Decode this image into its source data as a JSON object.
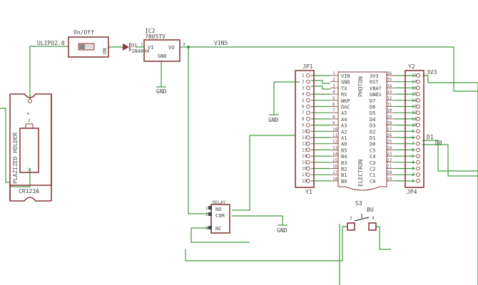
{
  "switch": {
    "name": "On/Off",
    "mark": "ON"
  },
  "regulator": {
    "name": "IC2",
    "part": "7805TV",
    "vi": "VI",
    "vo": "VO",
    "gnd": "GND",
    "pin1": "1",
    "pin3": "3"
  },
  "diode": {
    "name": "D1",
    "part": "1N4004"
  },
  "nets": {
    "vin_out": "VIN5",
    "battery_net": "ULIPO2.0",
    "gnd1": "GND",
    "gnd2": "GND",
    "gnd3": "GND",
    "v3v3": "3V3",
    "d1": "D1",
    "d0": "D0"
  },
  "battery": {
    "part": "CR123A",
    "title": "PLAZIZED HOLDER",
    "plus": "+",
    "pin2": "2",
    "pin1": "1"
  },
  "photon": {
    "vertical_top": "PHOTON",
    "vertical_bottom": "ELECTRON",
    "left_labels": [
      "VIN",
      "GND",
      "TX",
      "RX",
      "WKP",
      "DAC",
      "A5",
      "A4",
      "A3",
      "A2",
      "A1",
      "A0",
      "B5",
      "B4",
      "B3",
      "B2",
      "B1",
      "B0"
    ],
    "right_labels": [
      "3V3",
      "RST",
      "VBAT",
      "GND1",
      "D7",
      "D6",
      "D5",
      "D4",
      "D3",
      "D2",
      "D1",
      "D0",
      "C5",
      "C4",
      "C3",
      "C2",
      "C1",
      "C0"
    ],
    "left_nums": [
      "1",
      "2",
      "3",
      "4",
      "5",
      "6",
      "7",
      "8",
      "9",
      "10",
      "11",
      "12",
      "13",
      "14",
      "15",
      "16",
      "17",
      "18"
    ],
    "right_nums": [
      "36",
      "35",
      "34",
      "33",
      "32",
      "31",
      "30",
      "29",
      "28",
      "27",
      "26",
      "25",
      "24",
      "23",
      "22",
      "21",
      "20",
      "19"
    ]
  },
  "jp1": {
    "name": "JP1",
    "bottom": "Y1",
    "pins": [
      "1",
      "2",
      "3",
      "4",
      "5",
      "6",
      "7",
      "8",
      "9",
      "10",
      "11",
      "12",
      "13",
      "14",
      "15",
      "16",
      "17",
      "18"
    ]
  },
  "jp4": {
    "name": "Y2",
    "bottom": "JP4",
    "pins": [
      "18",
      "17",
      "16",
      "15",
      "14",
      "13",
      "12",
      "11",
      "10",
      "9",
      "8",
      "7",
      "6",
      "5",
      "4",
      "3",
      "2",
      "1"
    ]
  },
  "relay": {
    "name": "RELAY",
    "pin_labels": [
      "NO",
      "COM",
      "NC"
    ],
    "pin_nums": [
      "1",
      "2",
      "3"
    ]
  },
  "button": {
    "name": "S3",
    "part": "BU",
    "pin_left": "3",
    "pin_right": "4"
  }
}
